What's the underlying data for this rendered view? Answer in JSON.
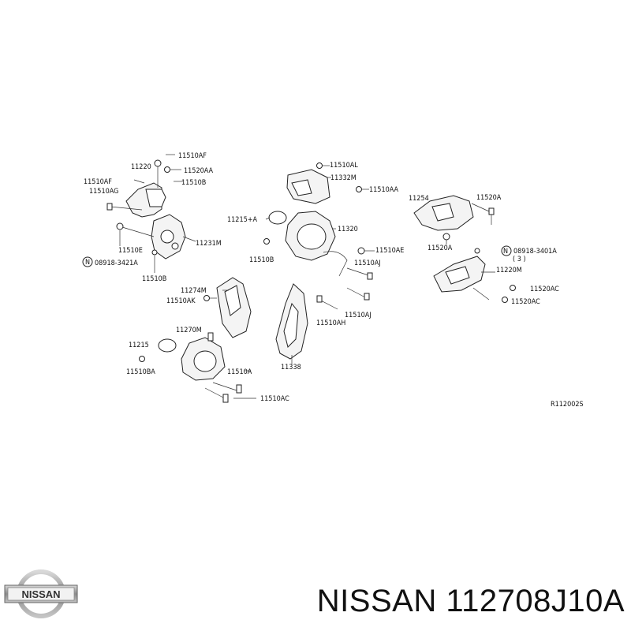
{
  "caption": "NISSAN 112708J10A",
  "logo_text": "NISSAN",
  "ref_code": "R112002S",
  "labels": {
    "l_11510AF_top": "11510AF",
    "l_11220": "11220",
    "l_11520AA_top": "11520AA",
    "l_11510AF_left": "11510AF",
    "l_11510B_top": "11510B",
    "l_11510AG": "11510AG",
    "l_11231M": "11231M",
    "l_11510E": "11510E",
    "l_08918_3421A": "08918-3421A",
    "l_11510B_bottom": "11510B",
    "l_11510AL": "11510AL",
    "l_11332M": "11332M",
    "l_11510AA": "11510AA",
    "l_11215A": "11215+A",
    "l_11320": "11320",
    "l_11510AE": "11510AE",
    "l_11510B_mid": "11510B",
    "l_11510AJ_1": "11510AJ",
    "l_11254": "11254",
    "l_11520A_1": "11520A",
    "l_11520A_2": "11520A",
    "l_08918_3401A": "08918-3401A",
    "l_3": "( 3 )",
    "l_11220M": "11220M",
    "l_11520AC_1": "11520AC",
    "l_11520AC_2": "11520AC",
    "l_11274M": "11274M",
    "l_11510AK": "11510AK",
    "l_11510AH": "11510AH",
    "l_11510AJ_2": "11510AJ",
    "l_11270M": "11270M",
    "l_11215": "11215",
    "l_11510BA": "11510BA",
    "l_11510A": "11510A",
    "l_11510AC": "11510AC",
    "l_11338": "11338"
  }
}
